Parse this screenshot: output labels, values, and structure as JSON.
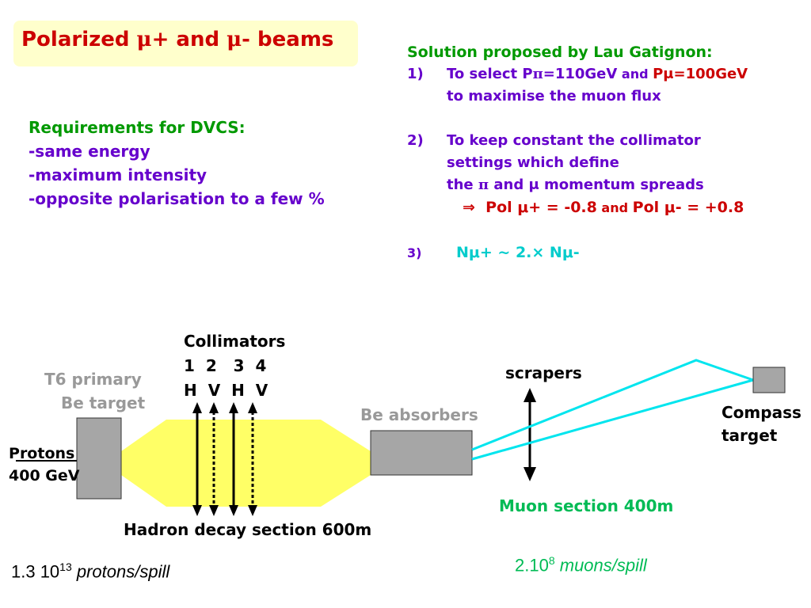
{
  "title": {
    "part1": "Polarized ",
    "mu1": "μ+",
    "and": " and ",
    "mu2": "μ-",
    "beams": " beams"
  },
  "requirements": {
    "heading": "Requirements for DVCS:",
    "items": [
      "-same energy",
      "-maximum intensity",
      "-opposite polarisation to a few %"
    ]
  },
  "solution": {
    "heading": "Solution proposed by Lau Gatignon:",
    "s1_num": "1)",
    "s1_a": "To select P",
    "s1_pi": "π",
    "s1_b": "=110GeV",
    "s1_and": " and ",
    "s1_c": "Pμ=100GeV",
    "s1_line2": "to maximise the muon flux",
    "s2_num": "2)",
    "s2_line1": "To keep constant the collimator",
    "s2_line2": "settings which define",
    "s2_line3a": "the ",
    "s2_pi": "π",
    "s2_line3b": " and μ momentum spreads",
    "s2_arrow": "⇒",
    "s2_pol1": "Pol μ+ = -0.8",
    "s2_and": " and ",
    "s2_pol2": "Pol μ- = +0.8",
    "s3_num": "3)",
    "s3_text": "Nμ+ ~ 2.× Nμ-"
  },
  "diagram": {
    "collimators": "Collimators",
    "col_nums": [
      "1",
      "2",
      "3",
      "4"
    ],
    "col_planes": [
      "H",
      "V",
      "H",
      "V"
    ],
    "t6_line1": "T6 primary",
    "t6_line2": "Be target",
    "protons_p": "P",
    "protons_rest": "rotons",
    "protons_energy": "400 GeV",
    "be_absorbers": "Be absorbers",
    "scrapers": "scrapers",
    "compass_line1": "Compass",
    "compass_line2": "target",
    "hadron_section": "Hadron decay section 600m",
    "muon_section": "Muon section 400m"
  },
  "footer": {
    "protons_coef": "1.3 10",
    "protons_exp": "13",
    "protons_unit": " protons/spill",
    "muons_coef": "2.10",
    "muons_exp": "8",
    "muons_unit": " muons/spill"
  },
  "colors": {
    "title": "#cc0000",
    "green": "#009900",
    "purple": "#6600cc",
    "beam_yellow": "#ffff66",
    "cyan": "#00e5ee",
    "gray_box": "#a6a6a6"
  }
}
